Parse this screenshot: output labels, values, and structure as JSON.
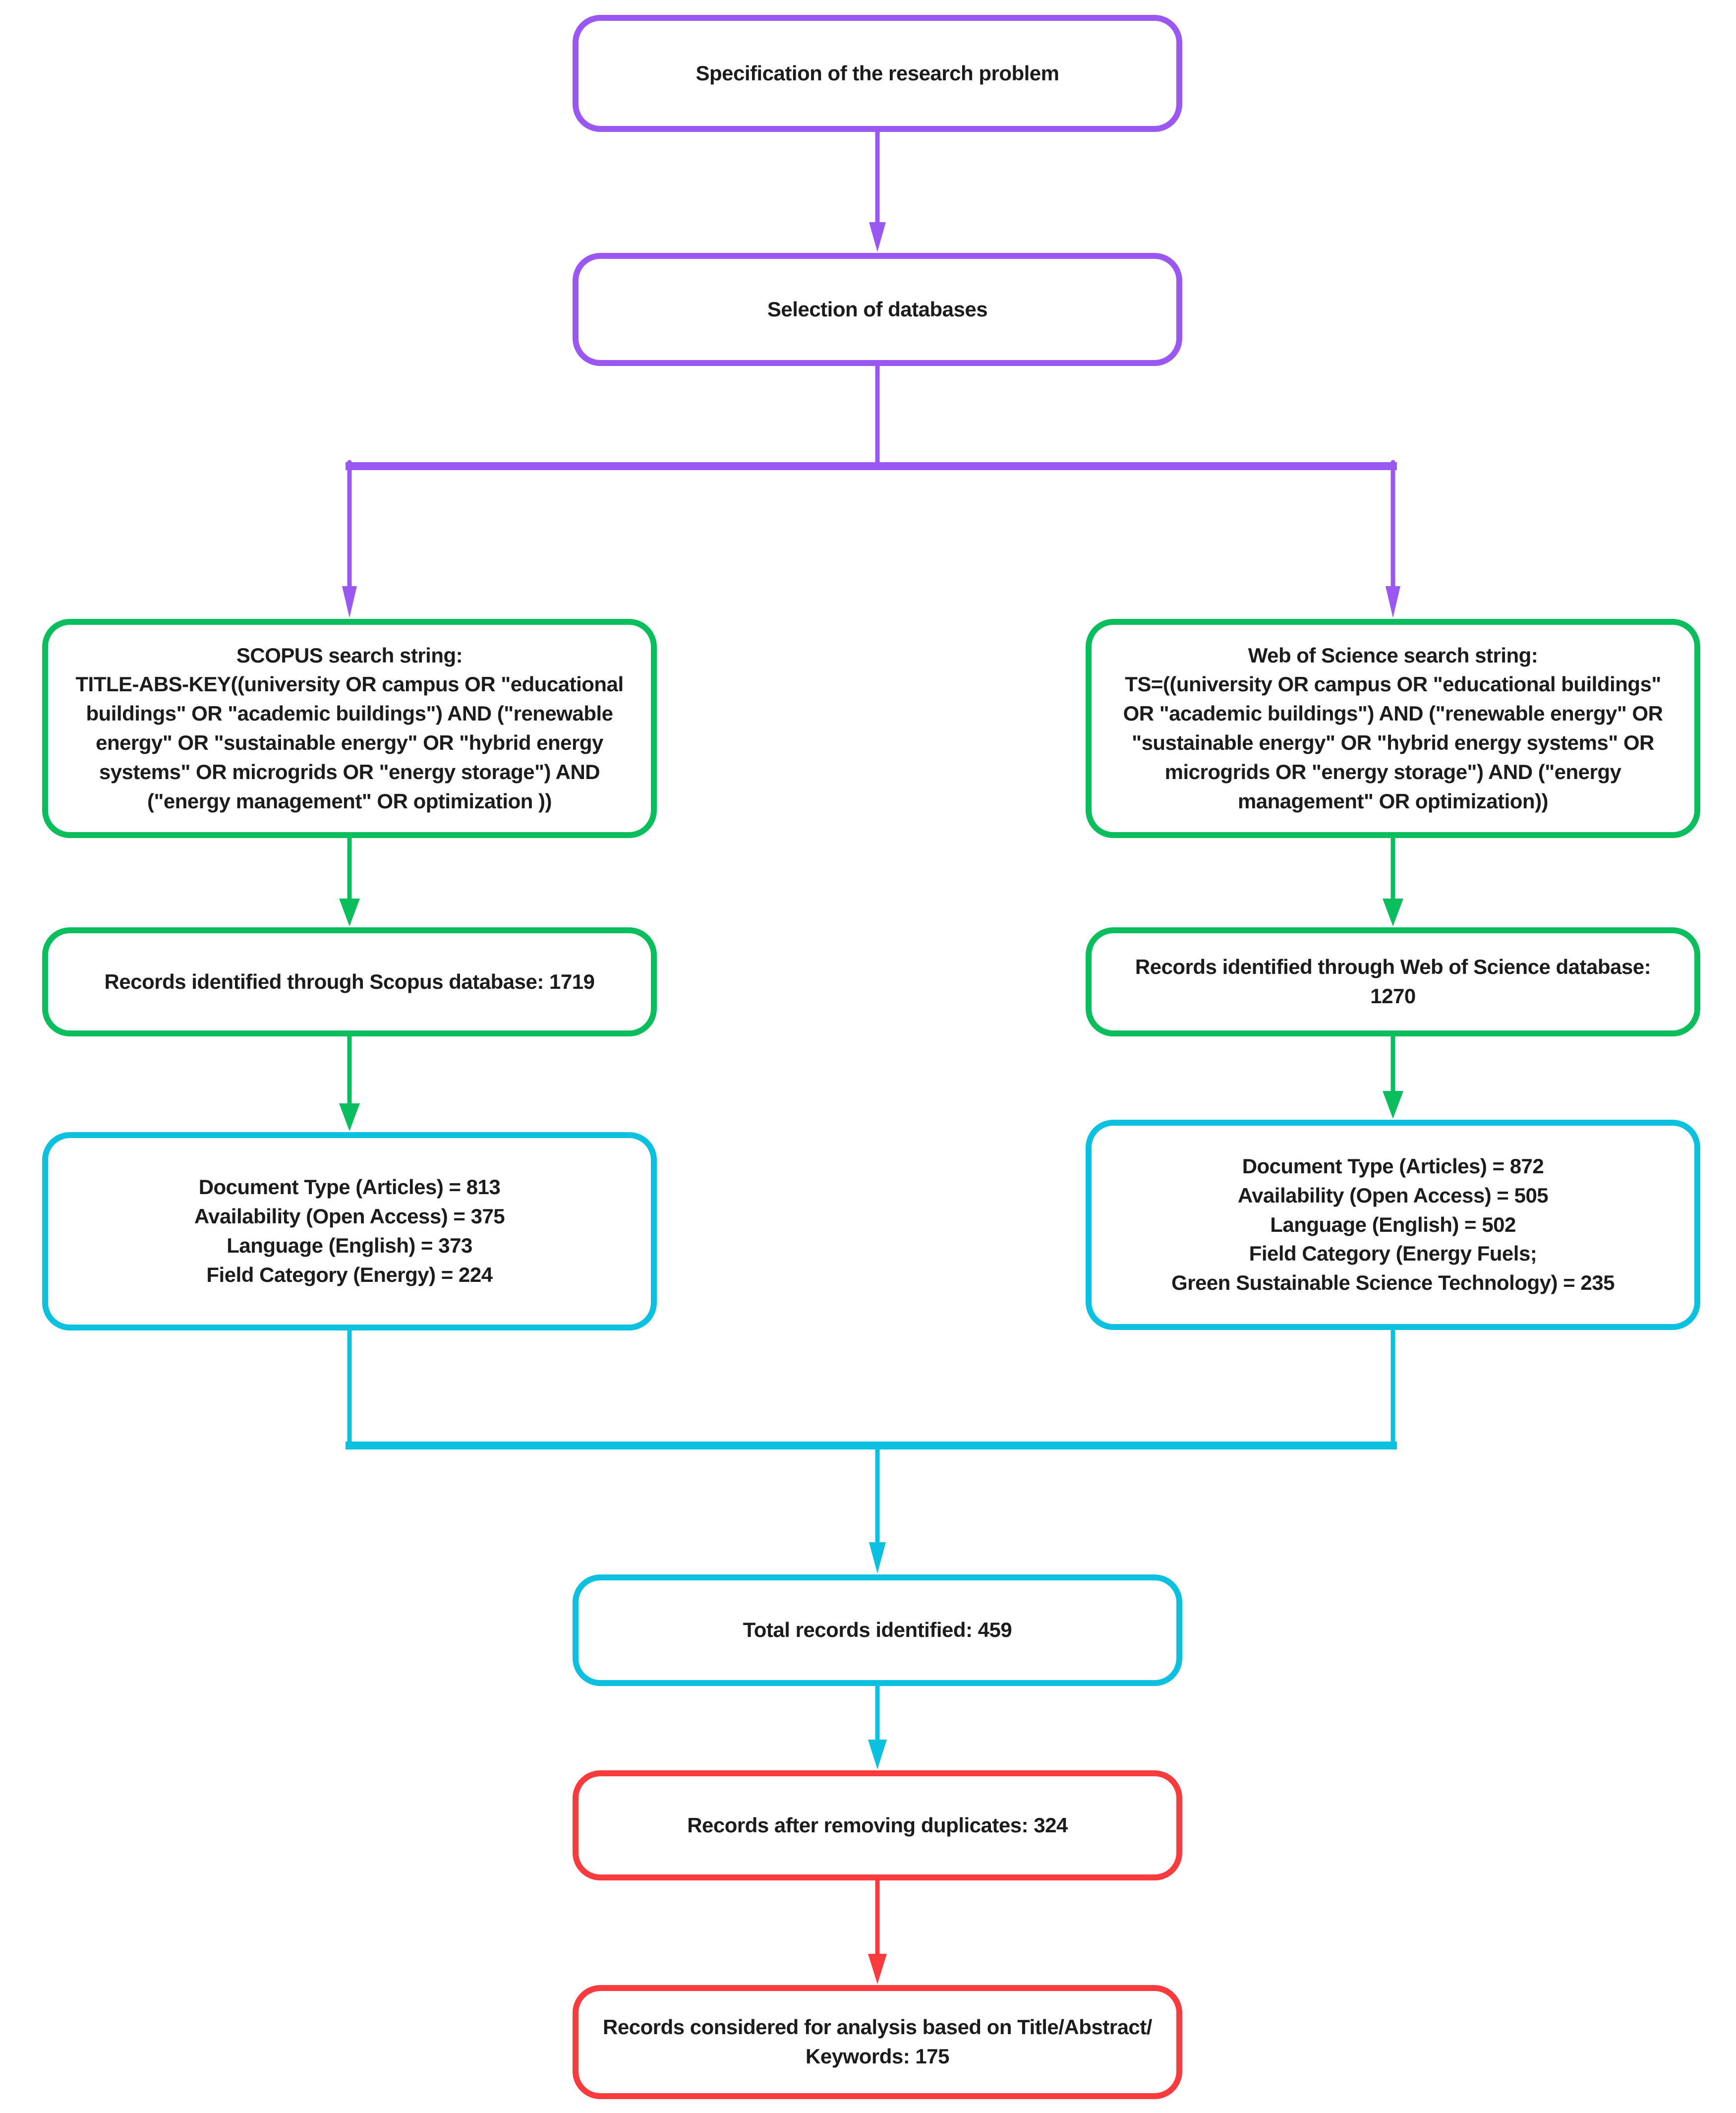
{
  "colors": {
    "purple": "#9B57F2",
    "green": "#0BBE5D",
    "cyan": "#0BC1DF",
    "red": "#FA3B3D",
    "text": "#1C1C1C",
    "background": "#FFFFFF"
  },
  "nodes": {
    "spec": {
      "label": "Specification of the research problem",
      "border_color": "purple"
    },
    "selection": {
      "label": "Selection of databases",
      "border_color": "purple"
    },
    "scopus_query": {
      "label": "SCOPUS search string:\nTITLE-ABS-KEY((university OR campus OR \"educational buildings\" OR \"academic buildings\") AND (\"renewable energy\" OR \"sustainable energy\" OR \"hybrid energy systems\" OR microgrids OR \"energy storage\") AND (\"energy management\" OR optimization ))",
      "border_color": "green"
    },
    "wos_query": {
      "label": "Web of Science search string:\nTS=((university OR campus OR \"educational buildings\" OR \"academic buildings\") AND (\"renewable energy\" OR \"sustainable energy\" OR \"hybrid energy systems\" OR microgrids OR \"energy storage\") AND (\"energy management\" OR optimization))",
      "border_color": "green"
    },
    "scopus_records": {
      "label": "Records identified through Scopus database: 1719",
      "border_color": "green"
    },
    "wos_records": {
      "label": "Records identified through Web of Science database: 1270",
      "border_color": "green"
    },
    "scopus_filters": {
      "label": "Document Type (Articles) = 813\nAvailability (Open Access) = 375\nLanguage (English) = 373\nField Category (Energy) = 224",
      "border_color": "cyan"
    },
    "wos_filters": {
      "label": "Document Type (Articles) = 872\nAvailability (Open Access) = 505\nLanguage (English) = 502\nField Category (Energy Fuels;\nGreen Sustainable Science Technology) = 235",
      "border_color": "cyan"
    },
    "total": {
      "label": "Total records identified: 459",
      "border_color": "cyan"
    },
    "dedup": {
      "label": "Records after removing duplicates: 324",
      "border_color": "red"
    },
    "final": {
      "label": "Records considered for analysis based on Title/Abstract/\nKeywords: 175",
      "border_color": "red"
    }
  },
  "edges": [
    {
      "from": "spec",
      "to": "selection",
      "color": "purple"
    },
    {
      "from": "selection",
      "to": "scopus_query",
      "color": "purple"
    },
    {
      "from": "selection",
      "to": "wos_query",
      "color": "purple"
    },
    {
      "from": "scopus_query",
      "to": "scopus_records",
      "color": "green"
    },
    {
      "from": "wos_query",
      "to": "wos_records",
      "color": "green"
    },
    {
      "from": "scopus_records",
      "to": "scopus_filters",
      "color": "green"
    },
    {
      "from": "wos_records",
      "to": "wos_filters",
      "color": "green"
    },
    {
      "from": "scopus_filters",
      "to": "total",
      "color": "cyan"
    },
    {
      "from": "wos_filters",
      "to": "total",
      "color": "cyan"
    },
    {
      "from": "total",
      "to": "dedup",
      "color": "cyan"
    },
    {
      "from": "dedup",
      "to": "final",
      "color": "red"
    }
  ]
}
